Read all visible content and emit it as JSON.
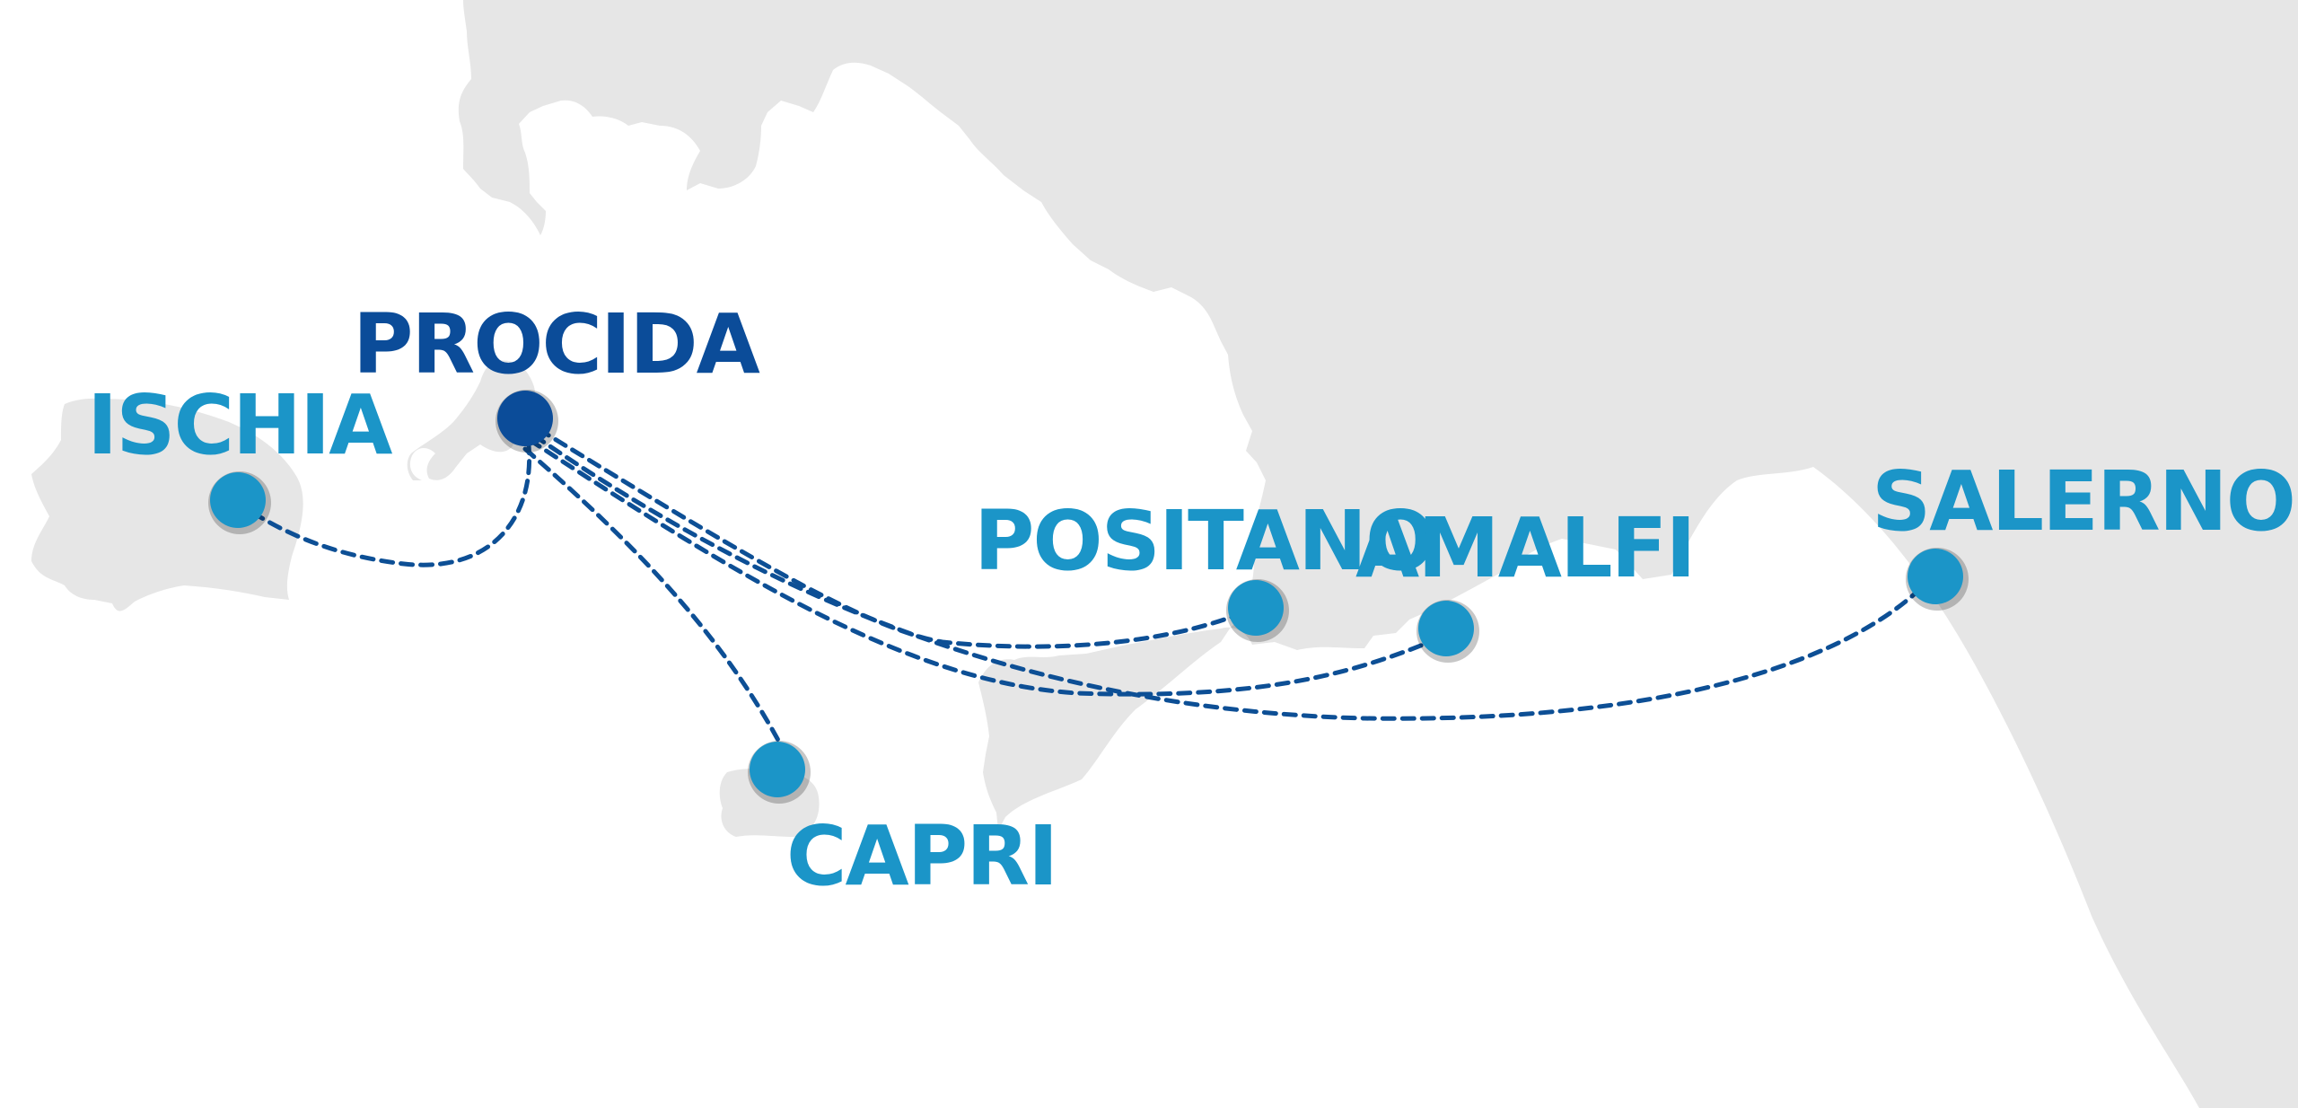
{
  "colors": {
    "sea": "#ffffff",
    "land": "#e6e6e6",
    "route": "#0d4f95",
    "destination": "#1b95c8",
    "origin": "#0b4c99"
  },
  "origin": {
    "name": "PROCIDA"
  },
  "destinations": [
    {
      "id": "ischia",
      "name": "ISCHIA"
    },
    {
      "id": "capri",
      "name": "CAPRI"
    },
    {
      "id": "positano",
      "name": "POSITANO"
    },
    {
      "id": "amalfi",
      "name": "AMALFI"
    },
    {
      "id": "salerno",
      "name": "SALERNO"
    }
  ]
}
